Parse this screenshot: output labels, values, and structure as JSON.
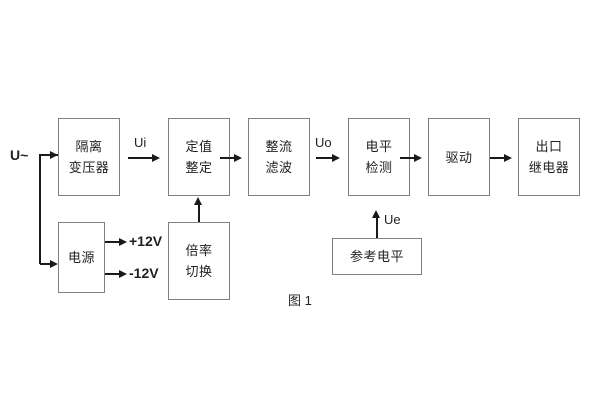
{
  "figure": {
    "caption": "图 1",
    "background_color": "#ffffff",
    "box_border_color": "#808080",
    "line_color": "#1a1a1a",
    "text_color": "#231f20"
  },
  "signals": {
    "input": "U~",
    "ui": "Ui",
    "uo": "Uo",
    "ue": "Ue",
    "rail_pos": "+12V",
    "rail_neg": "-12V"
  },
  "blocks": {
    "isolation_transformer": {
      "line1": "隔离",
      "line2": "变压器"
    },
    "setting_value": {
      "line1": "定值",
      "line2": "整定"
    },
    "rectify_filter": {
      "line1": "整流",
      "line2": "滤波"
    },
    "level_detect": {
      "line1": "电平",
      "line2": "检测"
    },
    "drive": {
      "line1": "驱动"
    },
    "output_relay": {
      "line1": "出口",
      "line2": "继电器"
    },
    "power_supply": {
      "line1": "电源"
    },
    "multiplier_switch": {
      "line1": "倍率",
      "line2": "切换"
    },
    "reference_level": {
      "line1": "参考电平"
    }
  },
  "flow": {
    "main_chain": [
      "隔离变压器",
      "定值整定",
      "整流滤波",
      "电平检测",
      "驱动",
      "出口继电器"
    ],
    "branches": [
      {
        "from": "U~",
        "to": "电源"
      },
      {
        "from": "倍率切换",
        "to": "定值整定"
      },
      {
        "from": "参考电平",
        "to": "电平检测",
        "label": "Ue"
      }
    ],
    "power_rails": [
      "+12V",
      "-12V"
    ]
  }
}
